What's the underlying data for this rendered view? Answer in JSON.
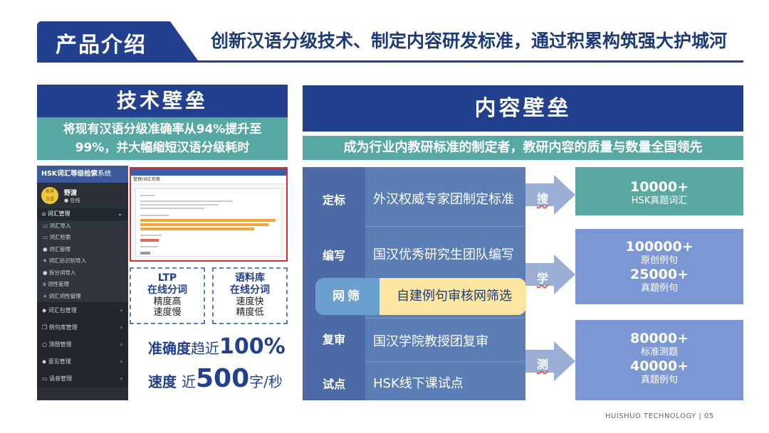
{
  "header": {
    "tag": "产品介绍",
    "title": "创新汉语分级技术、制定内容研发标准，通过积累构筑强大护城河"
  },
  "tech": {
    "title": "技术壁垒",
    "subtitle_line1": "将现有汉语分级准确率从94%提升至",
    "subtitle_line2": "99%，并大幅缩短汉语分级耗时",
    "accuracy_prefix": "准确度",
    "accuracy_mid": "趋近",
    "accuracy_value": "100%",
    "speed_prefix": "速度",
    "speed_mid": "近",
    "speed_value": "500",
    "speed_unit": "字/秒"
  },
  "app": {
    "title_bold": "HSK词汇等级检索",
    "title_light": "系统",
    "logo_text_top": "致慧",
    "logo_text_bottom": "汉语",
    "user_name": "野渡",
    "user_status": "● 在线",
    "menu": [
      {
        "label": "词汇管理",
        "icon": "book-icon",
        "kind": "open"
      },
      {
        "label": "词汇导入",
        "icon": "card-icon",
        "kind": "sub"
      },
      {
        "label": "词汇检索",
        "icon": "card-icon",
        "kind": "sub"
      },
      {
        "label": "词汇管理",
        "icon": "chat-icon",
        "kind": "sub"
      },
      {
        "label": "词汇后识别导入",
        "icon": "plane-icon",
        "kind": "sub"
      },
      {
        "label": "拆分词导入",
        "icon": "dot-icon",
        "kind": "sub"
      },
      {
        "label": "词性管理",
        "icon": "text-icon",
        "kind": "sub"
      },
      {
        "label": "词汇词性管理",
        "icon": "plus-icon",
        "kind": "sub"
      },
      {
        "label": "词汇包管理",
        "icon": "shield-icon",
        "kind": "main"
      },
      {
        "label": "例句库管理",
        "icon": "copy-icon",
        "kind": "main"
      },
      {
        "label": "测题管理",
        "icon": "bubble-icon",
        "kind": "main"
      },
      {
        "label": "意见管理",
        "icon": "shield-icon",
        "kind": "main"
      },
      {
        "label": "语音管理",
        "icon": "card-icon",
        "kind": "main"
      }
    ],
    "screenshot_title": "管理/词汇检索"
  },
  "methods": [
    {
      "title": "LTP",
      "title2": "在线分词",
      "line1": "精度高",
      "line2": "速度慢"
    },
    {
      "title": "语料库",
      "title2": "在线分词",
      "line1": "速度快",
      "line2": "精度低"
    }
  ],
  "content": {
    "title": "内容壁垒",
    "subtitle": "成为行业内教研标准的制定者，教研内容的质量与数量全国领先",
    "rows": [
      {
        "label": "定标",
        "text": "外汉权威专家团制定标准"
      },
      {
        "label": "编写",
        "text": "国汉优秀研究生团队编写"
      },
      {
        "label": "复审",
        "text": "国汉学院教授团复审"
      },
      {
        "label": "试点",
        "text": "HSK线下课试点"
      }
    ],
    "filter_label": "网筛",
    "filter_text": "自建例句审核网筛选",
    "arrows": [
      "搜",
      "学",
      "测"
    ],
    "stats": [
      {
        "num": "10000+",
        "cap": "HSK真题词汇"
      },
      {
        "num": "100000+",
        "cap": "原创例句",
        "num2": "25000+",
        "cap2": "真题例句"
      },
      {
        "num": "80000+",
        "cap": "标准测题",
        "num2": "40000+",
        "cap2": "真题例句"
      }
    ]
  },
  "footer": "HUISHUO TECHNOLOGY  |  05",
  "colors": {
    "navy": "#23408e",
    "teal": "#57a8a3",
    "row_blue": "#5c7eb6",
    "stat_teal": "#5aa8a2",
    "stat_blue": "#7b97d4",
    "filter_yellow": "#fbe6a1"
  }
}
